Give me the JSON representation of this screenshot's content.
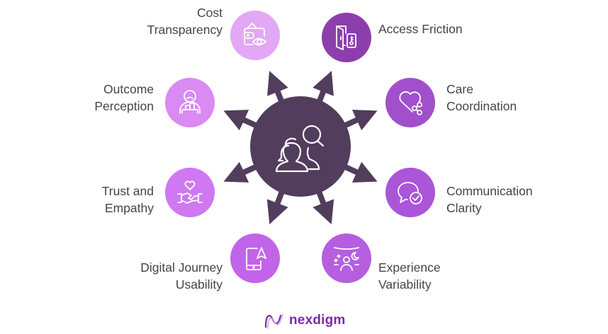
{
  "diagram": {
    "center": {
      "icon": "people-search-icon",
      "color": "#523d5c"
    },
    "spokes": [
      {
        "id": "cost-transparency",
        "lines": [
          "Cost",
          "Transparency"
        ],
        "icon": "wallet-eye-icon",
        "color": "#e2a8f5",
        "side": "left"
      },
      {
        "id": "access-friction",
        "lines": [
          "Access Friction"
        ],
        "icon": "door-key-icon",
        "color": "#8c3fac",
        "side": "right"
      },
      {
        "id": "outcome-perception",
        "lines": [
          "Outcome",
          "Perception"
        ],
        "icon": "person-chart-icon",
        "color": "#d98af3",
        "side": "left"
      },
      {
        "id": "care-coordination",
        "lines": [
          "Care",
          "Coordination"
        ],
        "icon": "heart-share-icon",
        "color": "#a24fcb",
        "side": "right"
      },
      {
        "id": "trust-empathy",
        "lines": [
          "Trust and",
          "Empathy"
        ],
        "icon": "handshake-heart-icon",
        "color": "#cf78f1",
        "side": "left"
      },
      {
        "id": "communication-clarity",
        "lines": [
          "Communication",
          "Clarity"
        ],
        "icon": "chat-check-icon",
        "color": "#ab55d8",
        "side": "right"
      },
      {
        "id": "digital-journey-usability",
        "lines": [
          "Digital Journey",
          "Usability"
        ],
        "icon": "phone-navigation-icon",
        "color": "#c264ea",
        "side": "left"
      },
      {
        "id": "experience-variability",
        "lines": [
          "Experience",
          "Variability"
        ],
        "icon": "person-stars-moon-icon",
        "color": "#b65ee0",
        "side": "right"
      }
    ]
  },
  "brand": {
    "name": "nexdigm",
    "color": "#7a2aa8"
  }
}
